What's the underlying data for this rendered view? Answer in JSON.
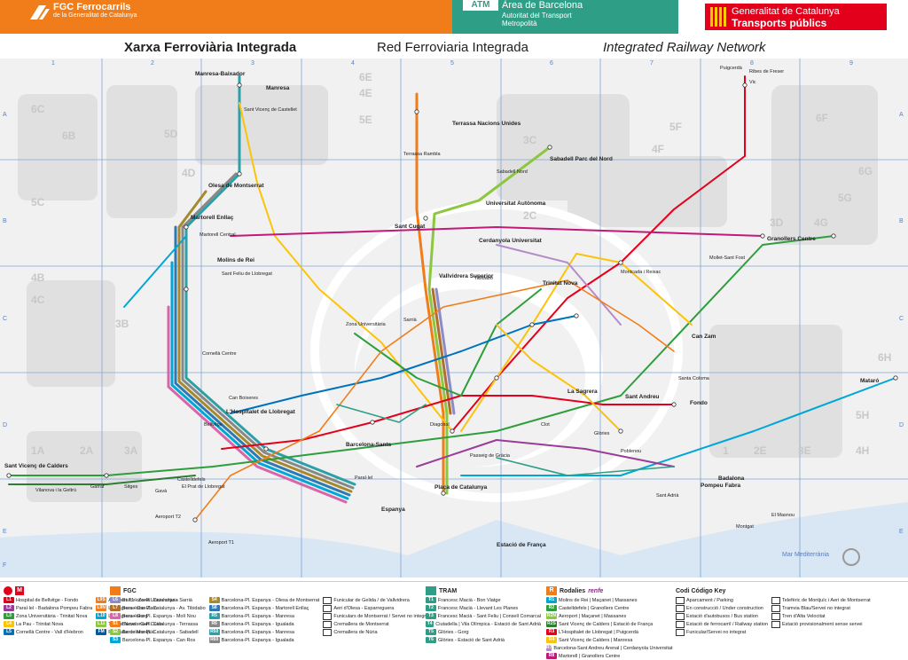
{
  "header": {
    "fgc_brand": "FGC Ferrocarrils",
    "fgc_sub": "de la Generalitat de Catalunya",
    "atm_box": "ATM",
    "atm_title": "Àrea de Barcelona",
    "atm_sub": "Autoritat del Transport Metropolità",
    "gen_title": "Generalitat de Catalunya",
    "gen_sub": "Transports públics"
  },
  "titles": {
    "catalan": "Xarxa Ferroviària Integrada",
    "spanish": "Red Ferroviaria Integrada",
    "english": "Integrated Railway Network"
  },
  "map": {
    "columns": [
      "1",
      "2",
      "3",
      "4",
      "5",
      "6",
      "7",
      "8",
      "9"
    ],
    "rows": [
      "A",
      "B",
      "C",
      "D",
      "E",
      "F"
    ],
    "sectors": [
      "6C",
      "6B",
      "5C",
      "4B",
      "4C",
      "3A",
      "2A",
      "1A",
      "5D",
      "4D",
      "3B",
      "2C",
      "3C",
      "4E",
      "5E",
      "6E",
      "4F",
      "5F",
      "6F",
      "3D",
      "4G",
      "5G",
      "6G",
      "2E",
      "3E",
      "4H",
      "5H",
      "6H",
      "1"
    ],
    "sea_label": "Mar Mediterrània",
    "stations": [
      "Manresa-Baixador",
      "Manresa",
      "Sant Vicenç de Castellet",
      "Olesa de Montserrat",
      "Martorell Enllaç",
      "Martorell Central",
      "Molins de Rei",
      "Sant Feliu de Llobregat",
      "Cornellà Centre",
      "L'Hospitalet de Llobregat",
      "El Prat de Llobregat",
      "Aeroport T2",
      "Aeroport T1",
      "Castelldefels",
      "Sitges",
      "Garraf",
      "Terrassa Nacions Unides",
      "Terrassa Rambla",
      "Sabadell Nord",
      "Sabadell Parc del Nord",
      "Universitat Autònoma",
      "Sant Cugat",
      "Cerdanyola Universitat",
      "Montcada i Reixac",
      "Granollers Centre",
      "Mollet-Sant Fost",
      "Sant Andreu",
      "La Sagrera",
      "Clot",
      "Barcelona-Sants",
      "Plaça de Catalunya",
      "Passeig de Gràcia",
      "Estació de França",
      "Badalona",
      "Montgat",
      "El Masnou",
      "Mataró",
      "Vic",
      "Puigcerdà",
      "Ribes de Freser",
      "Sant Vicenç de Calders",
      "Vilanova i la Geltrú",
      "Gavà",
      "Zona Universitària",
      "Trinitat Nova",
      "Can Zam",
      "Santa Coloma",
      "Fondo",
      "Paral·lel",
      "Espanya",
      "Diagonal",
      "Sarrià",
      "Vallvidrera Superior",
      "Tibidabo",
      "Glòries",
      "Poblenou",
      "Sant Adrià",
      "Pompeu Fabra",
      "Can Boixeres",
      "Bellvitge"
    ]
  },
  "legend": {
    "tmb": {
      "lines": [
        {
          "code": "L1",
          "name": "Hospital de Bellvitge - Fondo",
          "color": "#e3001b"
        },
        {
          "code": "L2",
          "name": "Paral·lel - Badalona Pompeu Fabra",
          "color": "#9a3c97"
        },
        {
          "code": "L3",
          "name": "Zona Universitària - Trinitat Nova",
          "color": "#2e9e3c"
        },
        {
          "code": "L4",
          "name": "La Pau - Trinitat Nova",
          "color": "#fcc30b"
        },
        {
          "code": "L5",
          "name": "Cornellà Centre - Vall d'Hebron",
          "color": "#0072bc"
        },
        {
          "code": "L9S",
          "name": "Aeroport T1 - Zona Universitària",
          "color": "#f07d1a"
        },
        {
          "code": "L9N",
          "name": "La Sagrera - Can Zam",
          "color": "#f07d1a"
        },
        {
          "code": "L10",
          "name": "La Sagrera - Gorg",
          "color": "#00a6d6"
        },
        {
          "code": "L11",
          "name": "Trinitat Nova - Can Cuiàs",
          "color": "#8dc63f"
        },
        {
          "code": "FM",
          "name": "Funicular de Montjuïc",
          "color": "#005aa0"
        }
      ]
    },
    "fgc": {
      "label": "FGC",
      "lines": [
        {
          "code": "L6",
          "name": "Barcelona-Pl. Catalunya - Sarrià",
          "color": "#8b8bc8"
        },
        {
          "code": "L7",
          "name": "Barcelona-Pl. Catalunya - Av. Tibidabo",
          "color": "#b06f2c"
        },
        {
          "code": "L8",
          "name": "Barcelona-Pl. Espanya - Molí Nou",
          "color": "#d865a8"
        },
        {
          "code": "S1",
          "name": "Barcelona-Pl. Catalunya - Terrassa",
          "color": "#f07d1a"
        },
        {
          "code": "S2",
          "name": "Barcelona-Pl. Catalunya - Sabadell",
          "color": "#8dc63f"
        },
        {
          "code": "S3",
          "name": "Barcelona-Pl. Espanya - Can Ros",
          "color": "#00a6d6"
        },
        {
          "code": "S4",
          "name": "Barcelona-Pl. Espanya - Olesa de Montserrat",
          "color": "#a48a2d"
        },
        {
          "code": "S8",
          "name": "Barcelona-Pl. Espanya - Martorell Enllaç",
          "color": "#2e79b5"
        },
        {
          "code": "R5",
          "name": "Barcelona-Pl. Espanya - Manresa",
          "color": "#2ca0a6"
        },
        {
          "code": "R6",
          "name": "Barcelona-Pl. Espanya - Igualada",
          "color": "#888888"
        },
        {
          "code": "R50",
          "name": "Barcelona-Pl. Espanya - Manresa",
          "color": "#2ca0a6"
        },
        {
          "code": "R60",
          "name": "Barcelona-Pl. Espanya - Igualada",
          "color": "#888888"
        }
      ],
      "extras": [
        "Funicular de Gelida / de Vallvidrera",
        "Aeri d'Olesa - Esparreguera",
        "Funiculars de Montserrat / Servei no integrat",
        "Cremallera de Montserrat",
        "Cremallera de Núria"
      ]
    },
    "tram": {
      "label": "TRAM",
      "lines": [
        {
          "code": "T1",
          "name": "Francesc Macià - Bon Viatge",
          "color": "#2e9e86"
        },
        {
          "code": "T2",
          "name": "Francesc Macià - Llevant Les Planes",
          "color": "#2e9e86"
        },
        {
          "code": "T3",
          "name": "Francesc Macià - Sant Feliu | Consell Comarcal",
          "color": "#2e9e86"
        },
        {
          "code": "T4",
          "name": "Ciutadella | Vila Olímpica - Estació de Sant Adrià",
          "color": "#2e9e86"
        },
        {
          "code": "T5",
          "name": "Glòries - Gorg",
          "color": "#2e9e86"
        },
        {
          "code": "T6",
          "name": "Glòries - Estació de Sant Adrià",
          "color": "#2e9e86"
        }
      ]
    },
    "rodalies": {
      "label": "Rodalies",
      "renfe": "renfe",
      "lines": [
        {
          "code": "R1",
          "name": "Molins de Rei | Maçanet | Massanes",
          "color": "#00a6d6"
        },
        {
          "code": "R2",
          "name": "Castelldefels | Granollers Centre",
          "color": "#2e9e3c"
        },
        {
          "code": "R2N",
          "name": "Aeroport | Maçanet | Massanes",
          "color": "#8dc63f"
        },
        {
          "code": "R2S",
          "name": "Sant Vicenç de Calders | Estació de França",
          "color": "#2e7d32"
        },
        {
          "code": "R3",
          "name": "L'Hospitalet de Llobregat | Puigcerdà",
          "color": "#e3001b"
        },
        {
          "code": "R4",
          "name": "Sant Vicenç de Calders | Manresa",
          "color": "#fcc30b"
        },
        {
          "code": "R7",
          "name": "Barcelona-Sant Andreu Arenal | Cerdanyola Universitat",
          "color": "#b58ac8"
        },
        {
          "code": "R8",
          "name": "Martorell | Granollers Centre",
          "color": "#c2187a"
        }
      ]
    },
    "key": {
      "label": "Codi  Código  Key",
      "items": [
        "Aparcament / Parking",
        "En construcció / Under construction",
        "Estació d'autobusos / Bus station",
        "Estació de ferrocarril / Railway station",
        "Funicular/Servei no integrat",
        "Telefèric de Montjuïc i Aeri de Montserrat",
        "Tramvia Blau/Servei no integrat",
        "Tren d'Alta Velocitat",
        "Estació provisionalment sense servei"
      ]
    }
  }
}
